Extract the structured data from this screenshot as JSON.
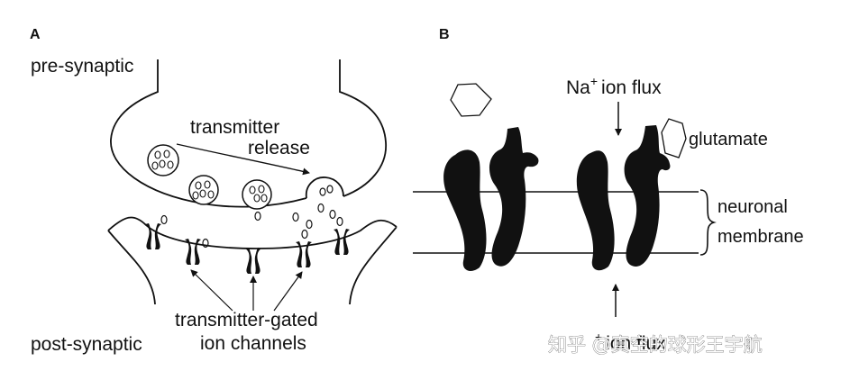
{
  "panel_a": {
    "letter": "A",
    "pre_label": "pre-synaptic",
    "post_label": "post-synaptic",
    "release_line1": "transmitter",
    "release_line2": "release",
    "channels_line1": "transmitter-gated",
    "channels_line2": "ion channels"
  },
  "panel_b": {
    "letter": "B",
    "na_prefix": "Na",
    "na_superscript": "+",
    "na_suffix": "ion flux",
    "glutamate_label": "glutamate",
    "membrane_line1": "neuronal",
    "membrane_line2": "membrane",
    "bottom_superscript": "+",
    "bottom_suffix": "ion flux"
  },
  "watermark": "知乎 @真空的球形王宇航"
}
